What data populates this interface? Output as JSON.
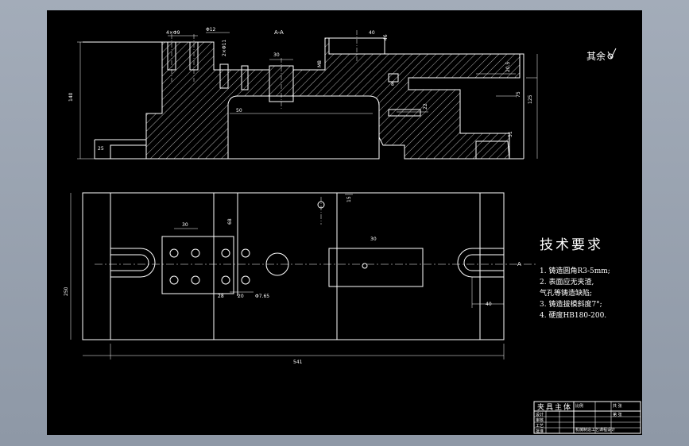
{
  "drawing": {
    "section_label": "A-A",
    "surface_note": "其余",
    "tech_requirements": {
      "title": "技术要求",
      "items": [
        "1. 铸造圆角R3-5mm;",
        "2. 表面应无夹渣,",
        "   气孔等铸造缺陷;",
        "3. 铸造拔模斜度7°;",
        "4. 硬度HB180-200."
      ]
    },
    "section_dims": {
      "left_height": "140",
      "right_heights": [
        "20.5",
        "51",
        "75",
        "125"
      ],
      "bottom_left": "25",
      "top_mid": "30",
      "mid_width": "50",
      "top_small": "Φ12",
      "hole_top": "4×Φ9",
      "hole_right": "2×Φ11",
      "mid_small": "M8",
      "right_dim": "22",
      "right_dim2": "40",
      "right_top": "46",
      "right_mid_label": "8"
    },
    "plan_dims": {
      "overall_length": "541",
      "left_height": "250",
      "top_right": "15",
      "hole_spacing": "30",
      "left_vert": "68",
      "left_small": "28",
      "left_small2": "20",
      "bottom_small": "Φ7.65",
      "slot_label": "A",
      "right_label": "40",
      "center_label": "30"
    },
    "title_block": {
      "name": "夹具主体",
      "rows": [
        [
          "设计",
          "",
          "",
          ""
        ],
        [
          "审核",
          "",
          "",
          ""
        ],
        [
          "工艺",
          "",
          "",
          ""
        ],
        [
          "批准",
          "",
          "",
          ""
        ]
      ],
      "right": [
        "比例",
        "共 张",
        "第 张"
      ],
      "school": "机械制造工艺课程设计"
    }
  }
}
